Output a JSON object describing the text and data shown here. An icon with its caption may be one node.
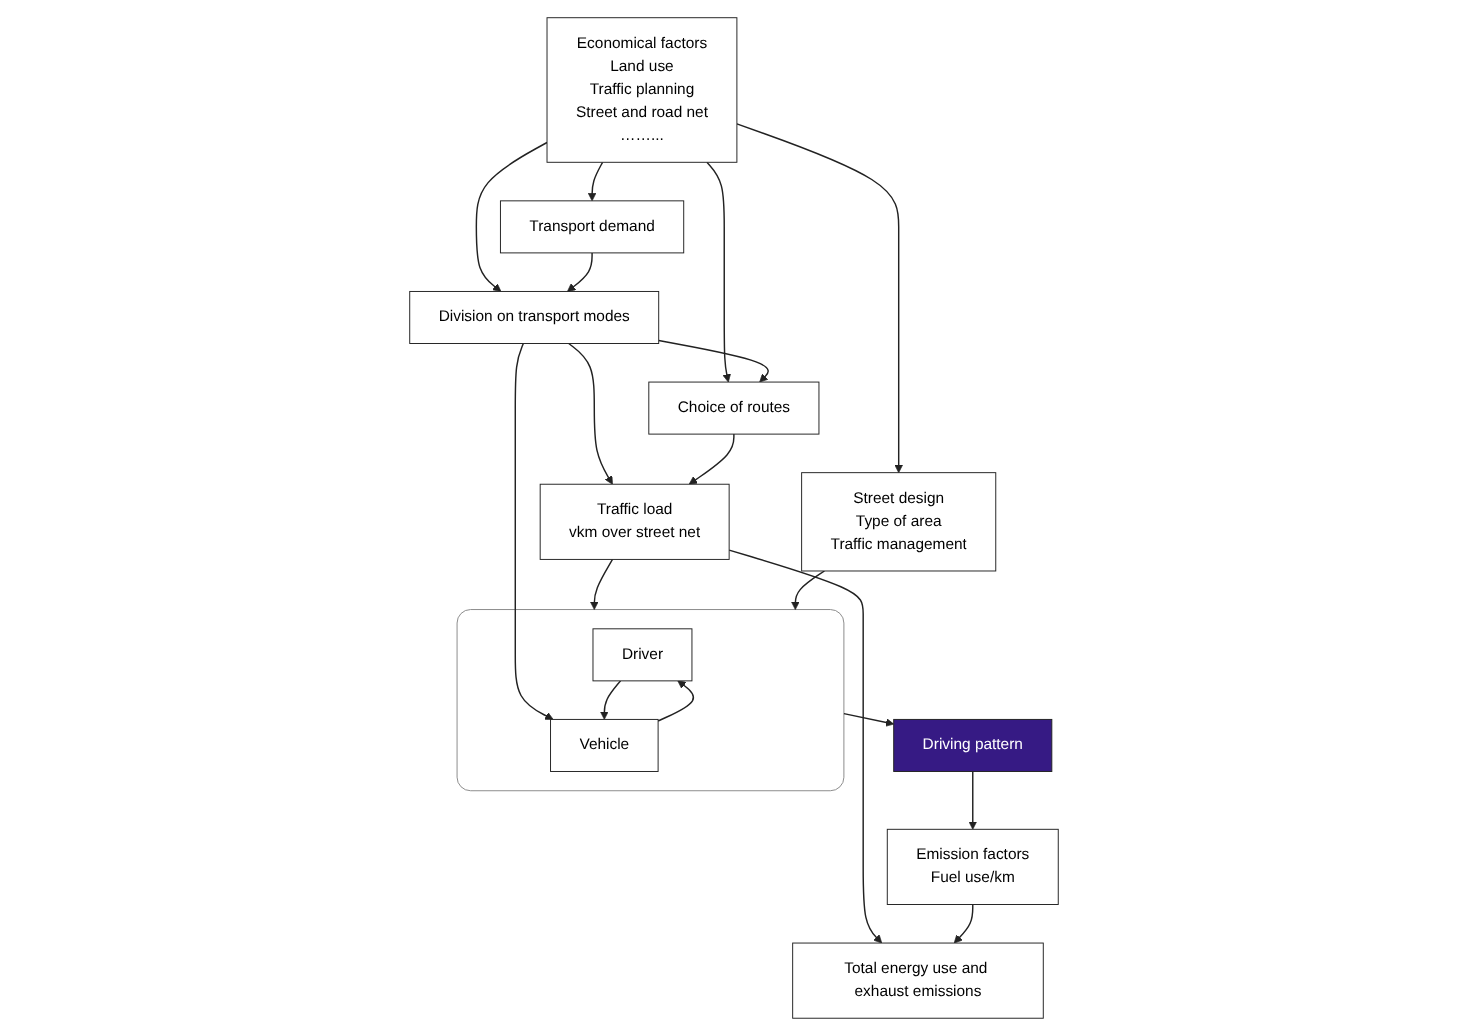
{
  "diagram": {
    "nodes": [
      {
        "text": [
          "Economical factors",
          "Land use",
          "Traffic planning",
          "Street and road net",
          "……..."
        ]
      },
      {
        "text": [
          "Transport demand"
        ]
      },
      {
        "text": [
          "Division on transport modes"
        ]
      },
      {
        "text": [
          "Choice of routes"
        ]
      },
      {
        "text": [
          "Traffic load",
          "vkm over street net"
        ]
      },
      {
        "text": [
          "Street design",
          "Type of area",
          "Traffic management"
        ]
      },
      {
        "text": [],
        "shape": "box"
      },
      {
        "text": [
          "Driver"
        ],
        "in": 6
      },
      {
        "text": [
          "Vehicle"
        ],
        "in": 6
      },
      {
        "text": [
          "Driving pattern"
        ]
      },
      {
        "text": [
          "Emission factors",
          "Fuel use/km"
        ]
      },
      {
        "text": [
          "Total energy use and exhaust emissions"
        ]
      }
    ],
    "edges": [
      {
        "from": 0,
        "to": 5,
        "arrow": "to"
      },
      {
        "from": 0,
        "to": 1,
        "arrow": "to"
      },
      {
        "from": 0,
        "to": 2,
        "arrow": "to"
      },
      {
        "from": 0,
        "to": 3,
        "arrow": "to"
      },
      {
        "from": 1,
        "to": 2,
        "arrow": "to"
      },
      {
        "from": 2,
        "to": 3,
        "arrow": "to"
      },
      {
        "from": 2,
        "to": 8,
        "arrow": "to"
      },
      {
        "from": 2,
        "to": 4,
        "arrow": "to"
      },
      {
        "from": 3,
        "to": 4,
        "arrow": "to"
      },
      {
        "from": 4,
        "to": 6,
        "arrow": "to"
      },
      {
        "from": 5,
        "to": 6,
        "arrow": "to"
      },
      {
        "from": 7,
        "to": 8,
        "arrow": "to"
      },
      {
        "from": 8,
        "to": 7,
        "arrow": "to"
      },
      {
        "from": 6,
        "to": 9,
        "arrow": "to"
      },
      {
        "from": 9,
        "to": 10,
        "arrow": "to"
      },
      {
        "from": 4,
        "to": 11,
        "arrow": "to"
      },
      {
        "from": 10,
        "to": 11,
        "arrow": "to"
      }
    ]
  }
}
